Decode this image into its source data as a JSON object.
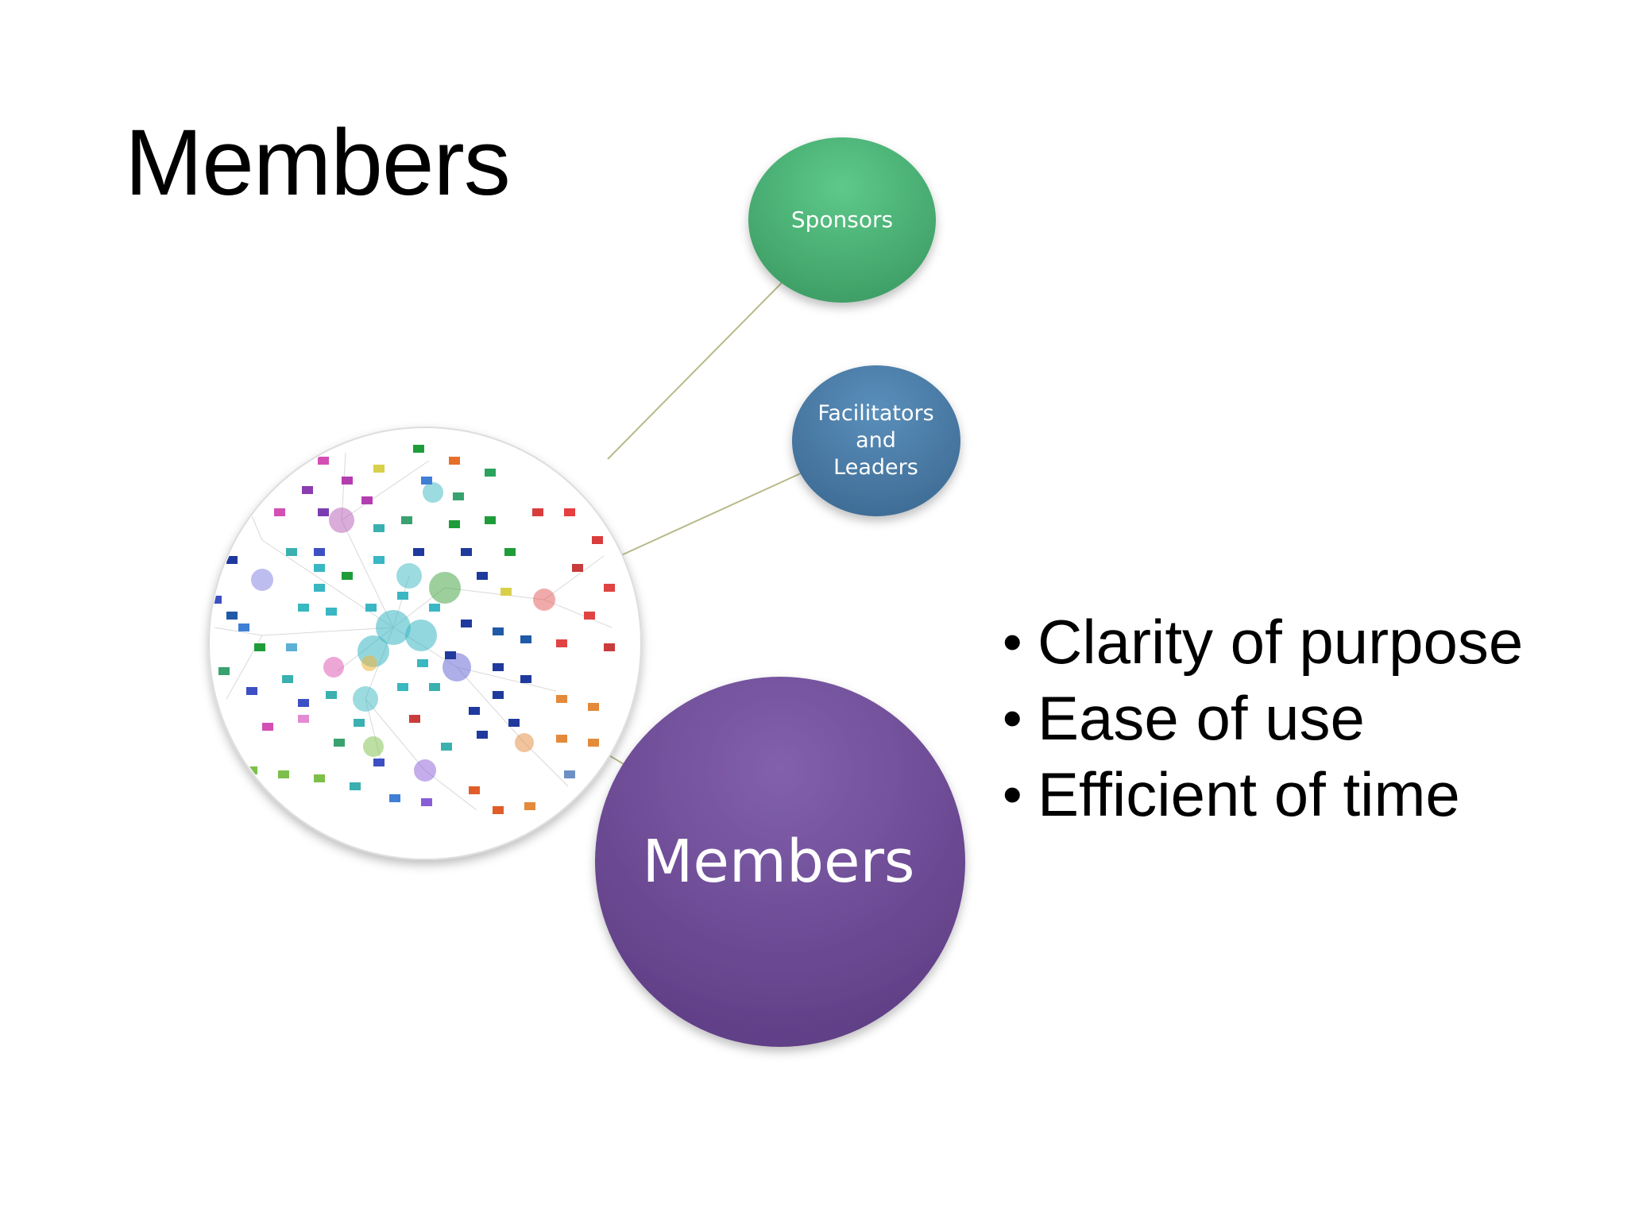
{
  "slide": {
    "title": "Members",
    "bubbles": {
      "sponsors": "Sponsors",
      "facilitators": "Facilitators\nand\nLeaders",
      "members": "Members"
    },
    "bullets": [
      "Clarity of purpose",
      "Ease of use",
      "Efficient of time"
    ]
  },
  "colors": {
    "sponsors": "#4fb878",
    "facilitators": "#4a7da8",
    "members": "#6f4a95",
    "connector": "#b9b98a"
  },
  "icons": {
    "network": "social-network-graph-image"
  }
}
